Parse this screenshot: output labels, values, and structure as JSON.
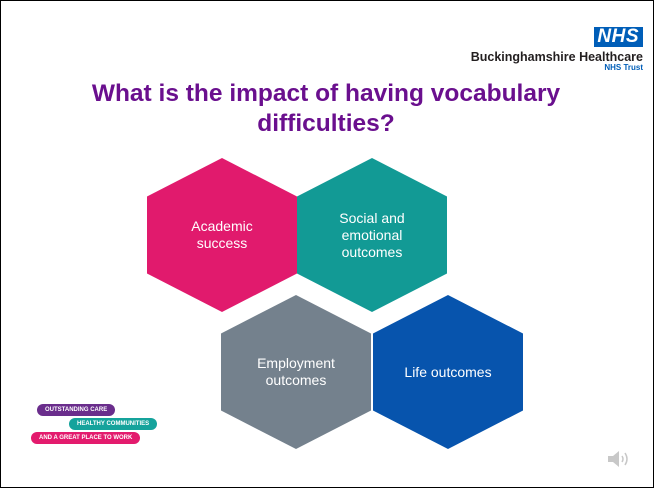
{
  "logo": {
    "badge": "NHS",
    "organisation": "Buckinghamshire Healthcare",
    "trust": "NHS Trust"
  },
  "title": "What is the impact of having vocabulary difficulties?",
  "hexagons": [
    {
      "label": "Academic success",
      "color": "#e11a6d"
    },
    {
      "label": "Social and emotional outcomes",
      "color": "#129a95"
    },
    {
      "label": "Employment outcomes",
      "color": "#74818d"
    },
    {
      "label": "Life outcomes",
      "color": "#0754ad"
    }
  ],
  "strapline": [
    {
      "text": "OUTSTANDING CARE",
      "color": "#6a2d8c"
    },
    {
      "text": "HEALTHY COMMUNITIES",
      "color": "#15a39c"
    },
    {
      "text": "AND A GREAT PLACE TO WORK",
      "color": "#e31b6d"
    }
  ],
  "icons": {
    "audio": "speaker-icon"
  }
}
